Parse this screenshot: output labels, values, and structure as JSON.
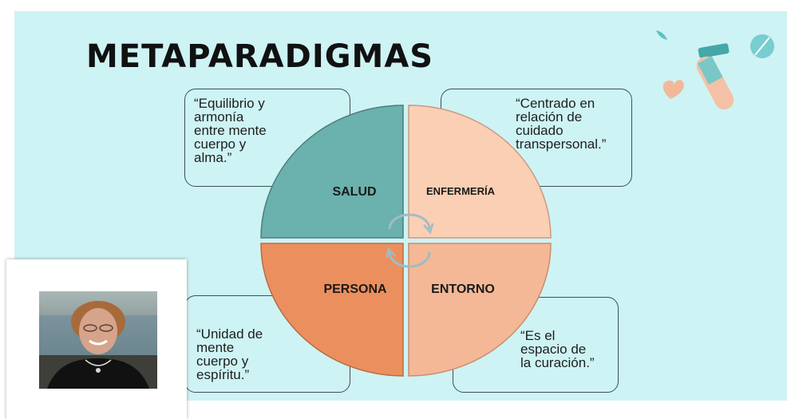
{
  "title": "METAPARADIGMAS",
  "quadrants": {
    "salud": {
      "label": "SALUD",
      "color": "#6bb1ad"
    },
    "enfermeria": {
      "label": "ENFERMERÍA",
      "color": "#fbcfb4"
    },
    "persona": {
      "label": "PERSONA",
      "color": "#ec8f5e"
    },
    "entorno": {
      "label": "ENTORNO",
      "color": "#f4b896"
    }
  },
  "definitions": {
    "salud": "“Equilibrio y\narmonía\nentre mente\ncuerpo y\nalma.”",
    "enfermeria": "“Centrado en\nrelación de\ncuidado\ntranspersonal.”",
    "persona": "“Unidad de\nmente\ncuerpo y\nespíritu.”",
    "entorno": "“Es el\nespacio de\nla curación.”"
  },
  "colors": {
    "background": "#cef3f4",
    "box_border": "#3f4f56",
    "cycle_arrows": "#a0bcc4"
  },
  "decoration": {
    "icons": [
      "heart-icon",
      "test-tube-icon",
      "pill-icon",
      "leaf-icon"
    ]
  }
}
